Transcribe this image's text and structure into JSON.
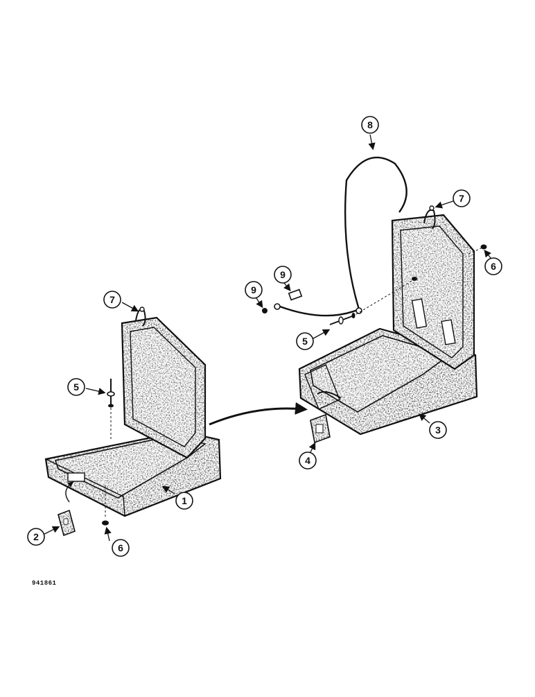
{
  "figure_id": "941861",
  "callouts": [
    {
      "part": "seat-cushion-left",
      "label": "1"
    },
    {
      "part": "plate-left",
      "label": "2"
    },
    {
      "part": "seat-cushion-right",
      "label": "3"
    },
    {
      "part": "plate-right",
      "label": "4"
    },
    {
      "part": "rivet-left",
      "label": "5"
    },
    {
      "part": "rivet-right",
      "label": "5"
    },
    {
      "part": "washer-left",
      "label": "6"
    },
    {
      "part": "washer-right",
      "label": "6"
    },
    {
      "part": "latch-left",
      "label": "7"
    },
    {
      "part": "latch-right",
      "label": "7"
    },
    {
      "part": "cable",
      "label": "8"
    },
    {
      "part": "pin",
      "label": "9"
    },
    {
      "part": "screw",
      "label": "9"
    }
  ]
}
